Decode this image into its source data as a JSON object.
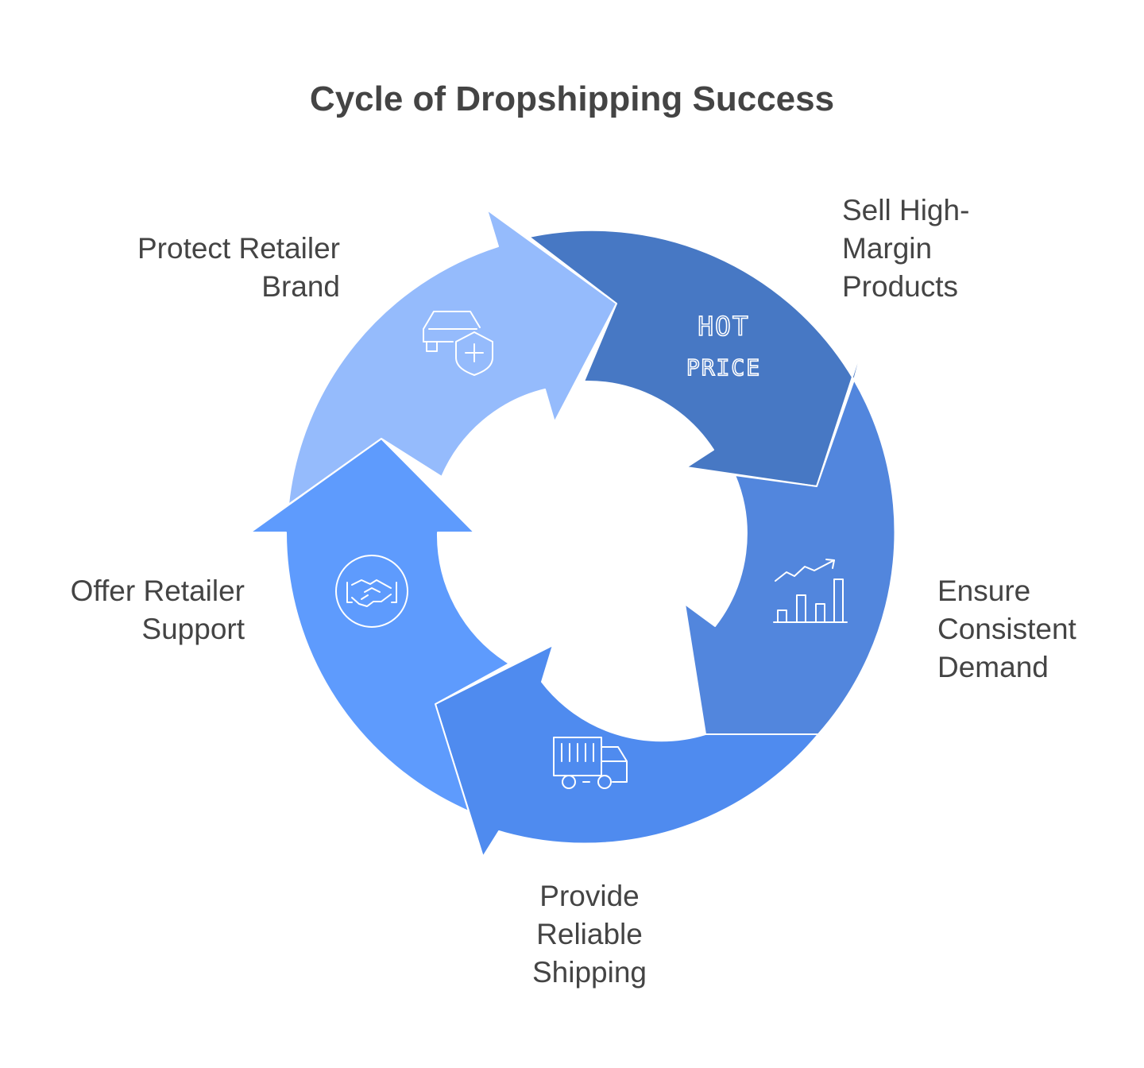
{
  "title": "Cycle of Dropshipping Success",
  "colors": {
    "sell_high_margin": "#4778c4",
    "ensure_demand": "#5286dd",
    "provide_shipping": "#4f8bef",
    "offer_support": "#5e9bfd",
    "protect_brand": "#95bbfc",
    "icon_stroke": "#ffffff",
    "text": "#444444"
  },
  "steps": [
    {
      "label": "Sell High-\nMargin\nProducts",
      "icon": "hot-price-icon",
      "icon_text": [
        "HOT",
        "PRICE"
      ]
    },
    {
      "label": "Ensure\nConsistent\nDemand",
      "icon": "growth-chart-icon"
    },
    {
      "label": "Provide\nReliable\nShipping",
      "icon": "delivery-truck-icon"
    },
    {
      "label": "Offer Retailer\nSupport",
      "icon": "handshake-icon"
    },
    {
      "label": "Protect Retailer\nBrand",
      "icon": "car-shield-icon"
    }
  ]
}
